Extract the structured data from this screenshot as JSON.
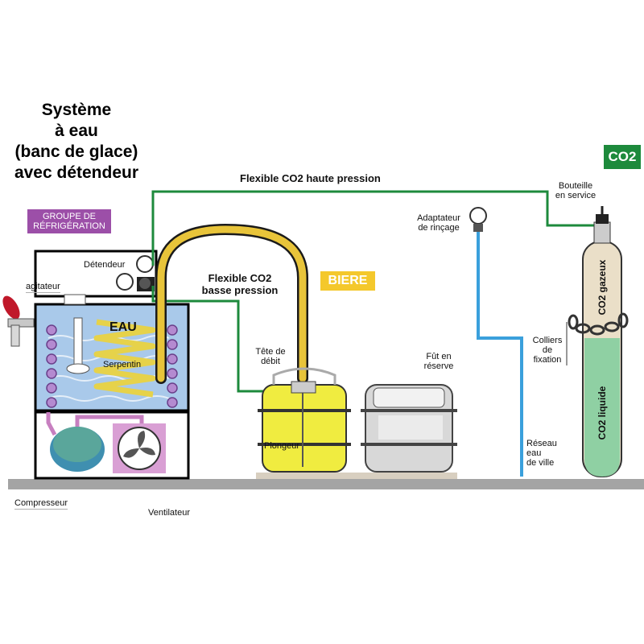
{
  "title": {
    "line1": "Système",
    "line2": "à eau",
    "line3": "(banc de glace)",
    "line4": "avec détendeur"
  },
  "tags": {
    "groupe_line1": "GROUPE DE",
    "groupe_line2": "RÉFRIGÉRATION",
    "biere": "BIERE",
    "co2": "CO2"
  },
  "labels": {
    "flexible_haute": "Flexible CO2 haute pression",
    "flexible_basse_line1": "Flexible CO2",
    "flexible_basse_line2": "basse pression",
    "detendeur": "Détendeur",
    "agitateur": "agitateur",
    "eau": "EAU",
    "serpentin": "Serpentin",
    "compresseur": "Compresseur",
    "ventilateur": "Ventilateur",
    "tete_line1": "Tête de",
    "tete_line2": "débit",
    "plongeur": "Plongeur",
    "fut_line1": "Fût en",
    "fut_line2": "réserve",
    "adaptateur_line1": "Adaptateur",
    "adaptateur_line2": "de rinçage",
    "reseau_line1": "Réseau",
    "reseau_line2": "eau",
    "reseau_line3": "de ville",
    "bouteille_line1": "Bouteille",
    "bouteille_line2": "en service",
    "colliers_line1": "Colliers",
    "colliers_line2": "de",
    "colliers_line3": "fixation",
    "co2_gazeux": "CO2 gazeux",
    "co2_liquide": "CO2 liquide"
  },
  "colors": {
    "co2_line": "#1d8a3c",
    "water_line": "#3aa0dc",
    "refrigerant": "#c77fc0",
    "beer_hose": "#e8c43a",
    "water_bath": "#a9c9ea",
    "keg_beer": "#f0ec40",
    "cylinder_gas": "#eadfc8",
    "cylinder_liquid": "#8fd0a3",
    "floor": "#a4a4a4"
  }
}
